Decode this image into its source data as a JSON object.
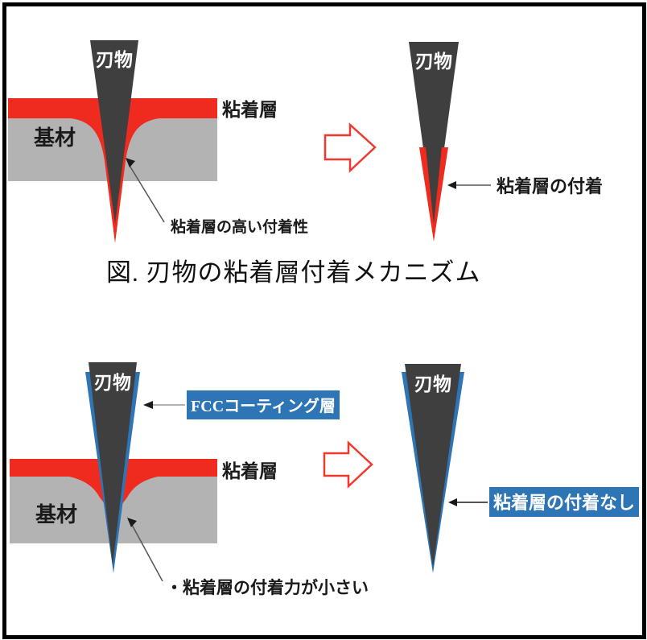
{
  "figure": {
    "top": {
      "before": {
        "blade_label": "刃物",
        "substrate_label": "基材",
        "adhesive_label": "粘着層",
        "annotation": "粘着層の高い付着性"
      },
      "after": {
        "blade_label": "刃物",
        "annotation": "粘着層の付着"
      },
      "caption": "図. 刃物の粘着層付着メカニズム"
    },
    "bottom": {
      "before": {
        "blade_label": "刃物",
        "substrate_label": "基材",
        "adhesive_label": "粘着層",
        "coating_label": "FCCコーティング層",
        "annotation": "・粘着層の付着力が小さい"
      },
      "after": {
        "blade_label": "刃物",
        "annotation": "粘着層の付着なし"
      }
    },
    "colors": {
      "blade": "#3f3f3f",
      "adhesive": "#ee2b1e",
      "substrate": "#b3b3b3",
      "coating": "#2e75b6",
      "label_bg": "#2e75b6",
      "arrow_outline": "#f0392e",
      "annotation_line": "#555555",
      "text": "#1a1a1a"
    }
  }
}
